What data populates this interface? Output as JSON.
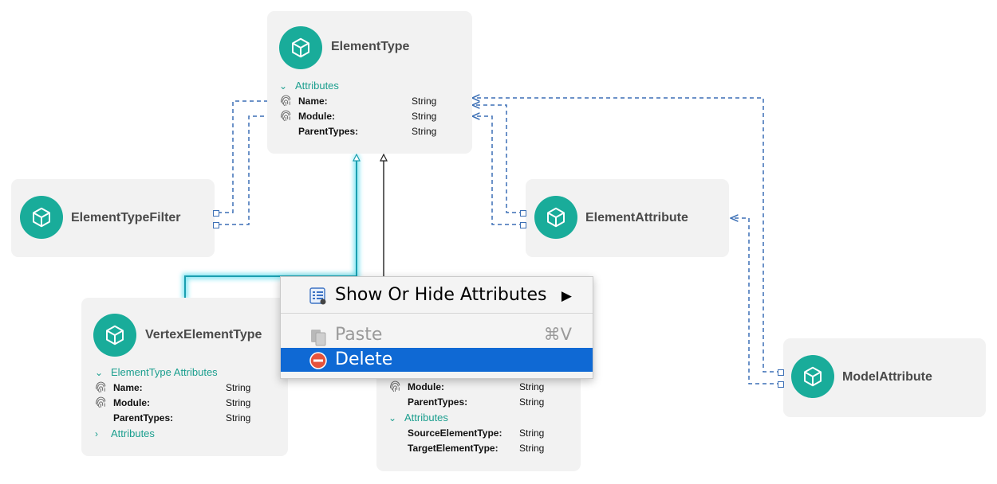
{
  "colors": {
    "accent": "#19ac9a",
    "edge": "#3b6fb5",
    "highlight": "#1ad0e6",
    "selection": "#0f69d4"
  },
  "nodes": {
    "element_type": {
      "title": "ElementType",
      "section": "Attributes",
      "attributes": [
        {
          "name": "Name:",
          "type": "String"
        },
        {
          "name": "Module:",
          "type": "String"
        },
        {
          "name": "ParentTypes:",
          "type": "String"
        }
      ]
    },
    "element_type_filter": {
      "title": "ElementTypeFilter"
    },
    "element_attribute": {
      "title": "ElementAttribute"
    },
    "model_attribute": {
      "title": "ModelAttribute"
    },
    "vertex_element_type": {
      "title": "VertexElementType",
      "section": "ElementType Attributes",
      "attributes": [
        {
          "name": "Name:",
          "type": "String"
        },
        {
          "name": "Module:",
          "type": "String"
        },
        {
          "name": "ParentTypes:",
          "type": "String"
        }
      ],
      "collapsed_section": "Attributes"
    },
    "edge_element_type": {
      "attributes": [
        {
          "name": "Module:",
          "type": "String"
        },
        {
          "name": "ParentTypes:",
          "type": "String"
        }
      ],
      "section": "Attributes",
      "section_attributes": [
        {
          "name": "SourceElementType:",
          "type": "String"
        },
        {
          "name": "TargetElementType:",
          "type": "String"
        }
      ]
    }
  },
  "context_menu": {
    "items": [
      {
        "label": "Show Or Hide Attributes",
        "icon": "list-icon",
        "submenu_arrow": "▶"
      },
      {
        "label": "Paste",
        "icon": "paste-icon",
        "shortcut": "⌘V",
        "disabled": true
      },
      {
        "label": "Delete",
        "icon": "delete-icon",
        "selected": true
      }
    ]
  }
}
